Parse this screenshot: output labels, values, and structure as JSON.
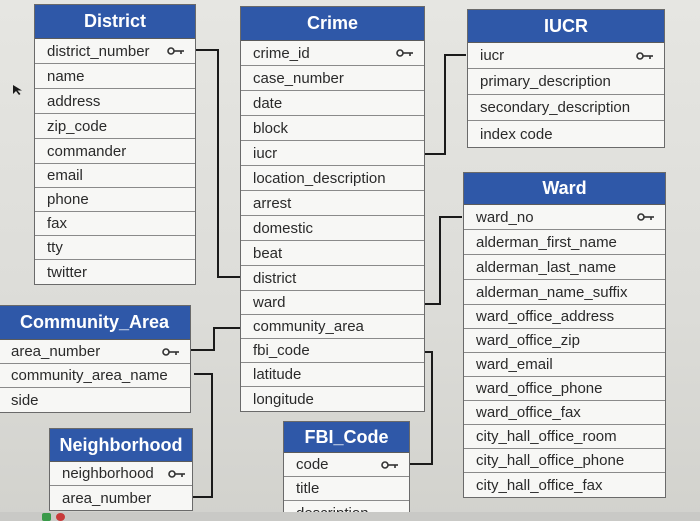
{
  "tables": {
    "district": {
      "title": "District",
      "fields": [
        "district_number",
        "name",
        "address",
        "zip_code",
        "commander",
        "email",
        "phone",
        "fax",
        "tty",
        "twitter"
      ]
    },
    "crime": {
      "title": "Crime",
      "fields": [
        "crime_id",
        "case_number",
        "date",
        "block",
        "iucr",
        "location_description",
        "arrest",
        "domestic",
        "beat",
        "district",
        "ward",
        "community_area",
        "fbi_code",
        "latitude",
        "longitude"
      ]
    },
    "iucr": {
      "title": "IUCR",
      "fields": [
        "iucr",
        "primary_description",
        "secondary_description",
        "index code"
      ]
    },
    "ward": {
      "title": "Ward",
      "fields": [
        "ward_no",
        "alderman_first_name",
        "alderman_last_name",
        "alderman_name_suffix",
        "ward_office_address",
        "ward_office_zip",
        "ward_email",
        "ward_office_phone",
        "ward_office_fax",
        "city_hall_office_room",
        "city_hall_office_phone",
        "city_hall_office_fax"
      ]
    },
    "community_area": {
      "title": "Community_Area",
      "fields": [
        "area_number",
        "community_area_name",
        "side"
      ]
    },
    "neighborhood": {
      "title": "Neighborhood",
      "fields": [
        "neighborhood",
        "area_number"
      ]
    },
    "fbi_code": {
      "title": "FBI_Code",
      "fields": [
        "code",
        "title",
        "description"
      ]
    }
  },
  "colors": {
    "header": "#2f58a8",
    "border": "#6a6a6a",
    "line": "#1a1a1a"
  },
  "icons": {
    "primary_key": "key-icon",
    "pointer": "cursor-icon"
  }
}
